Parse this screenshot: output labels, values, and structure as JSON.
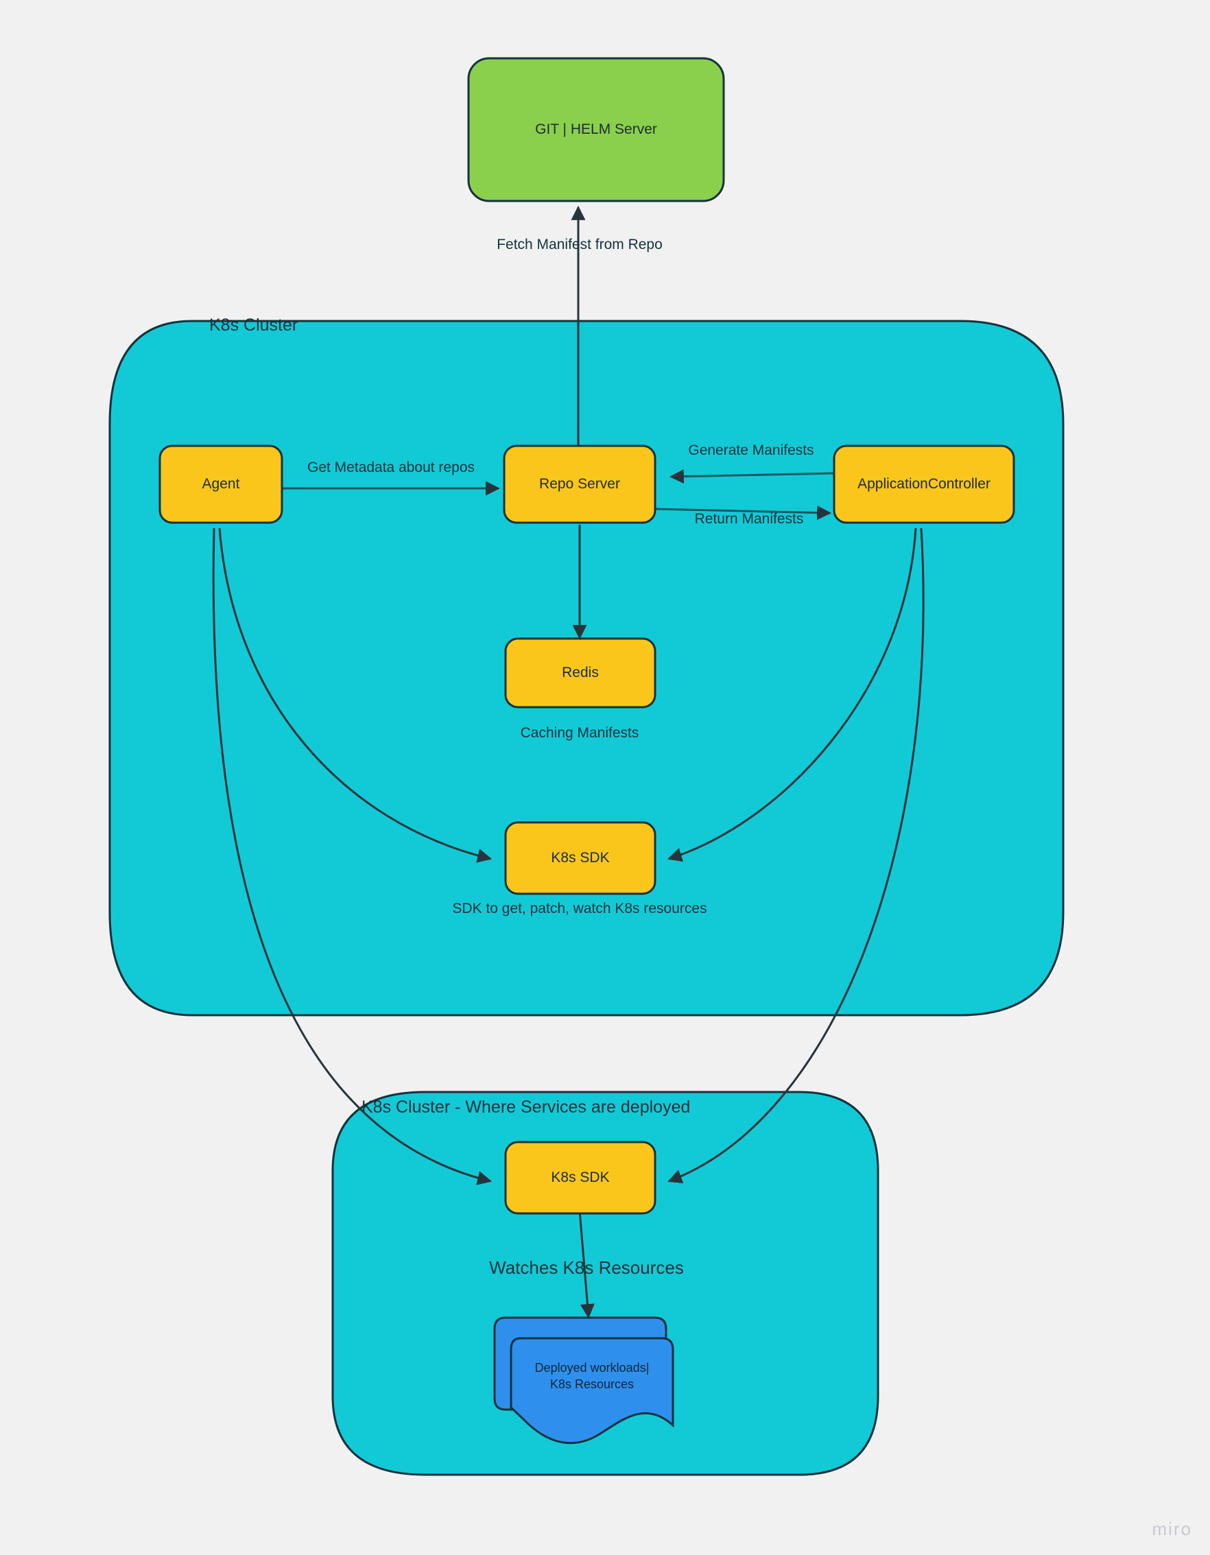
{
  "background_color": "#f1f1f1",
  "palette": {
    "green_fill": "#8bd04c",
    "teal_fill": "#12cad6",
    "yellow_fill": "#fac61c",
    "blue_fill": "#2e90ec",
    "stroke": "#14323d",
    "text": "#14323d",
    "watermark": "#c9c9d1"
  },
  "nodes": {
    "git_helm_server": {
      "label": "GIT | HELM Server"
    },
    "agent": {
      "label": "Agent"
    },
    "repo_server": {
      "label": "Repo Server"
    },
    "application_controller": {
      "label": "ApplicationController"
    },
    "redis": {
      "label": "Redis"
    },
    "k8s_sdk_upper": {
      "label": "K8s SDK"
    },
    "k8s_sdk_lower": {
      "label": "K8s SDK"
    },
    "deployed_workloads": {
      "line1": "Deployed workloads|",
      "line2": "K8s Resources"
    }
  },
  "clusters": {
    "upper": {
      "title": "K8s Cluster"
    },
    "lower": {
      "title": "K8s Cluster - Where Services are deployed"
    }
  },
  "edge_labels": {
    "fetch_manifest": "Fetch Manifest from Repo",
    "get_metadata": "Get Metadata about repos",
    "generate_manifests": "Generate Manifests",
    "return_manifests": "Return Manifests",
    "watches_k8s_resources": "Watches K8s Resources"
  },
  "captions": {
    "redis": "Caching Manifests",
    "k8s_sdk_upper": "SDK to get, patch, watch K8s resources"
  },
  "watermark": {
    "label": "miro"
  }
}
